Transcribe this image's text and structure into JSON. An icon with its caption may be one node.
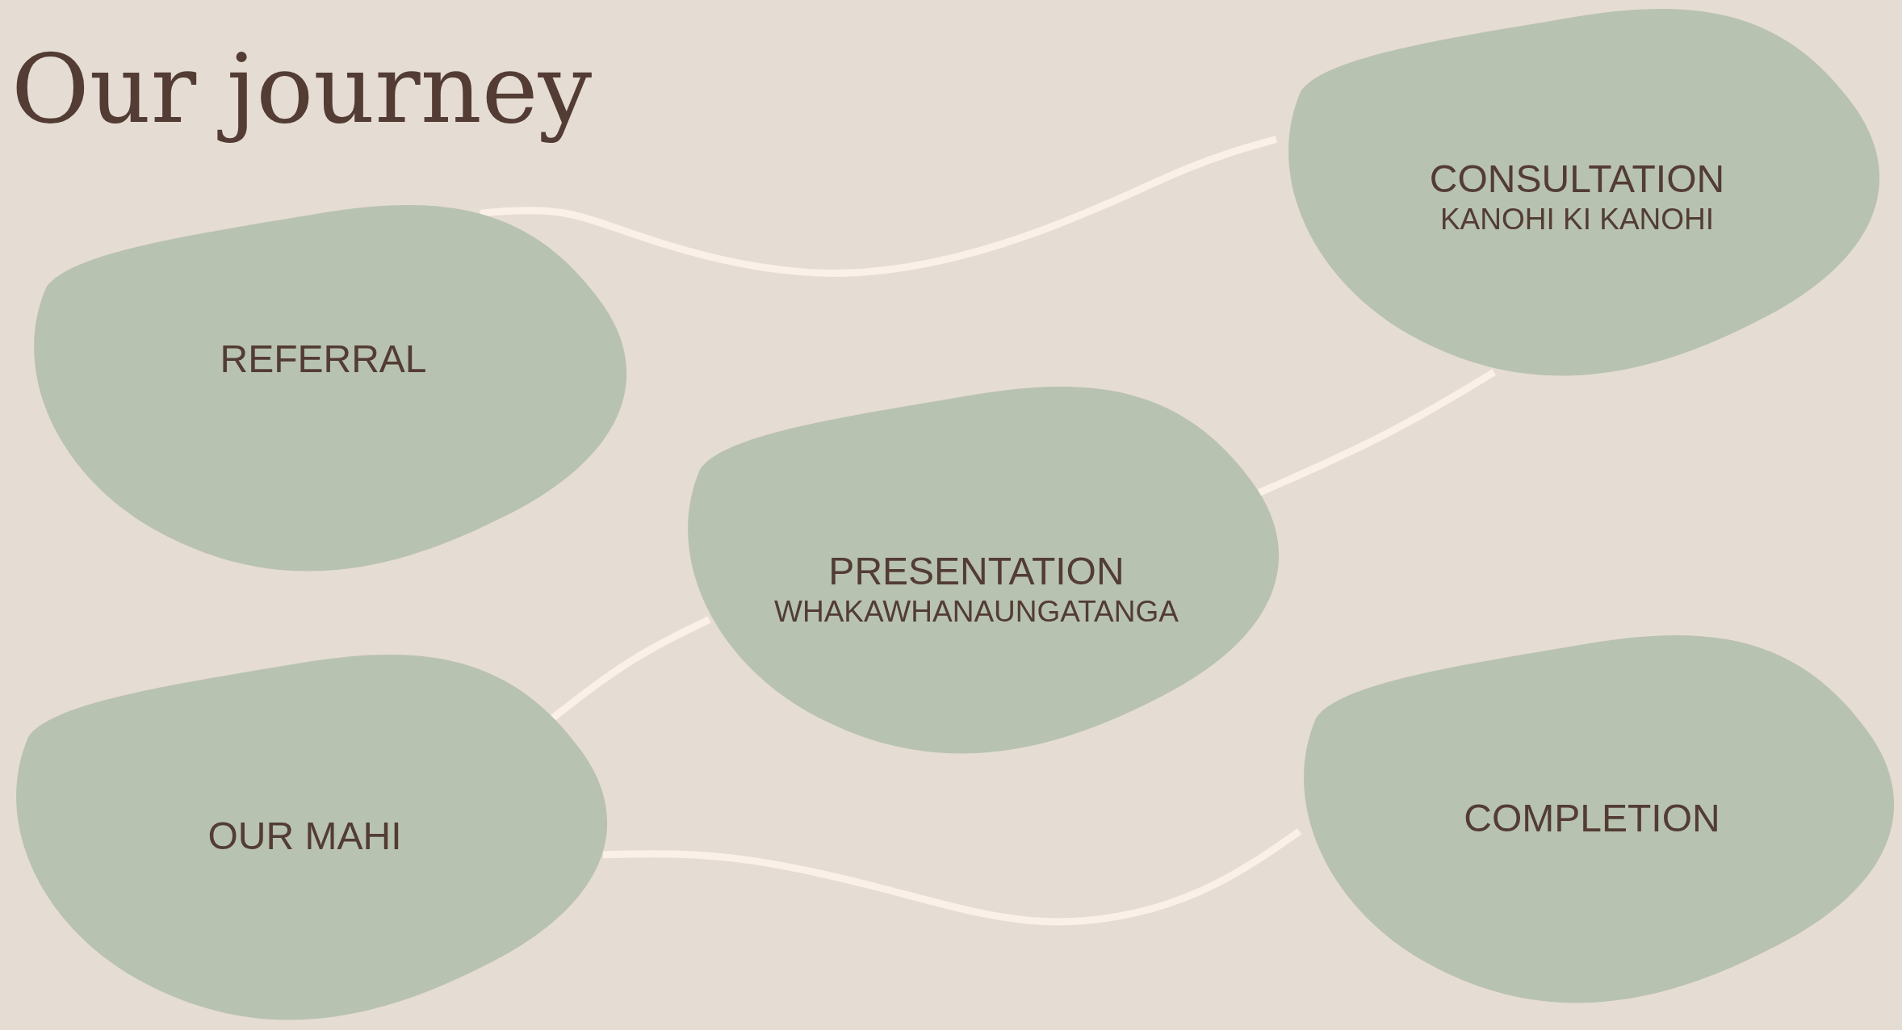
{
  "diagram": {
    "title": "Our journey",
    "nodes": [
      {
        "text": [
          "REFERRAL"
        ]
      },
      {
        "text": [
          "CONSULTATION",
          "KANOHI KI KANOHI"
        ]
      },
      {
        "text": [
          "PRESENTATION",
          "WHAKAWHANAUNGATANGA"
        ]
      },
      {
        "text": [
          "OUR MAHI"
        ]
      },
      {
        "text": [
          "COMPLETION"
        ]
      }
    ],
    "edges": [
      {
        "from": 0,
        "to": 1,
        "arrow": "none"
      },
      {
        "from": 1,
        "to": 2,
        "arrow": "none"
      },
      {
        "from": 2,
        "to": 3,
        "arrow": "none"
      },
      {
        "from": 3,
        "to": 4,
        "arrow": "none"
      }
    ]
  }
}
